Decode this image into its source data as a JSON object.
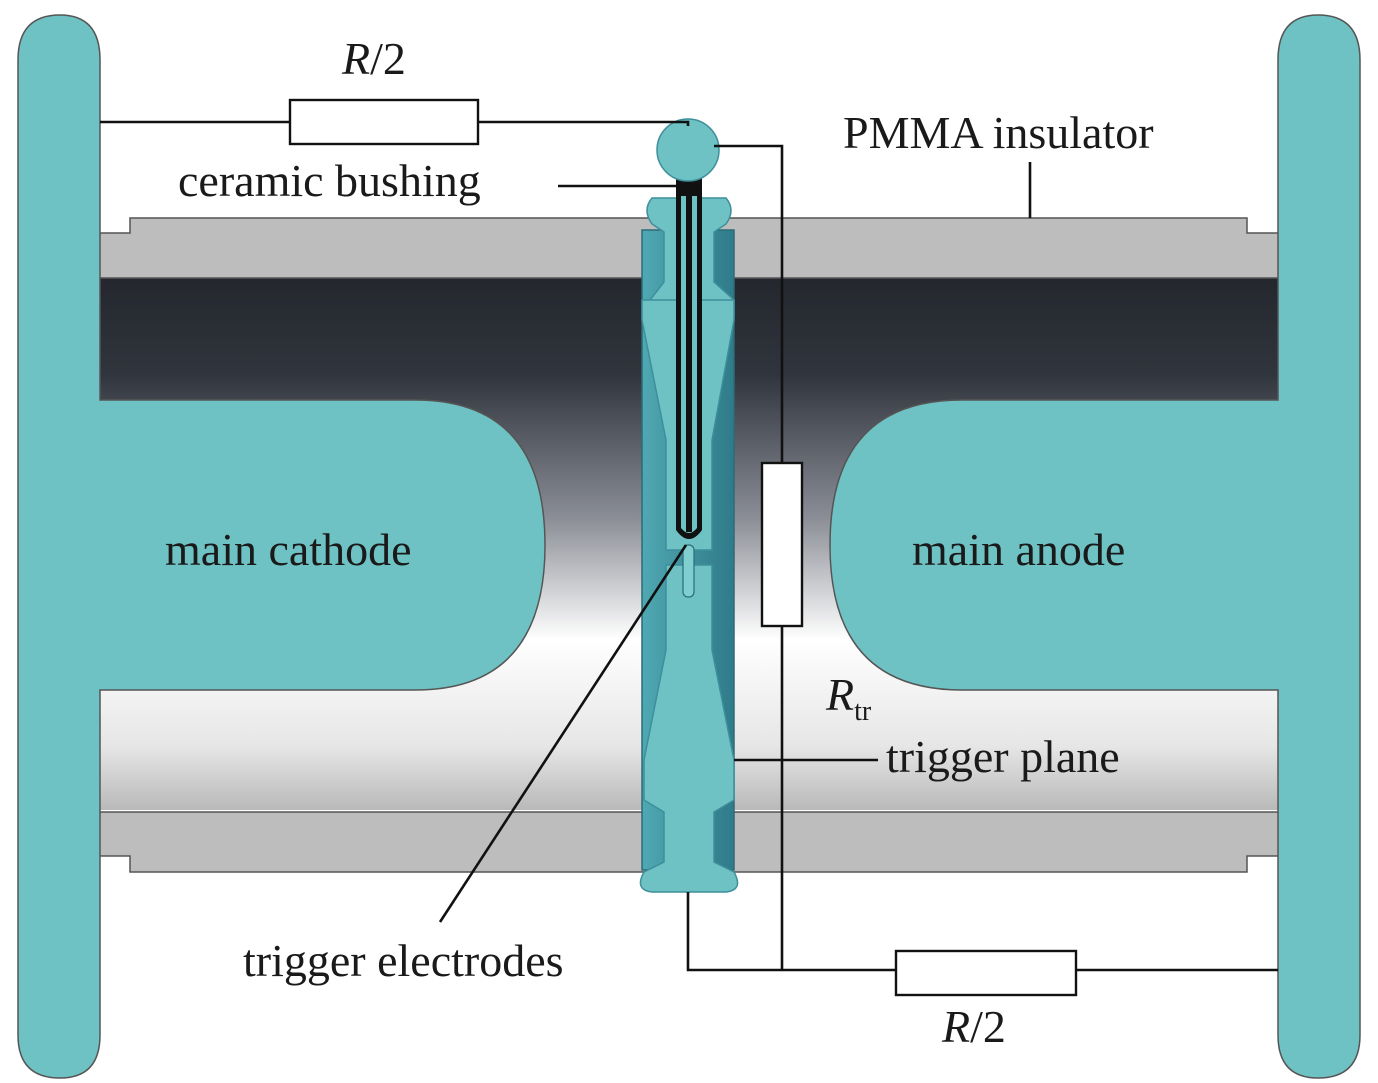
{
  "labels": {
    "r_half_top": "R/2",
    "r_half_top_italic": "R",
    "r_half_top_rest": "/2",
    "ceramic_bushing": "ceramic bushing",
    "pmma_insulator": "PMMA insulator",
    "main_cathode": "main cathode",
    "main_anode": "main anode",
    "r_tr_main": "R",
    "r_tr_sub": "tr",
    "trigger_plane": "trigger plane",
    "trigger_electrodes": "trigger electrodes",
    "r_half_bottom_italic": "R",
    "r_half_bottom_rest": "/2"
  },
  "colors": {
    "electrode": "#6fc2c4",
    "electrode_dark": "#3d8f9b",
    "insulator": "#b8b8b8",
    "gap_dark": "#2c2f36",
    "gap_light": "#ffffff",
    "wire": "#111111"
  }
}
